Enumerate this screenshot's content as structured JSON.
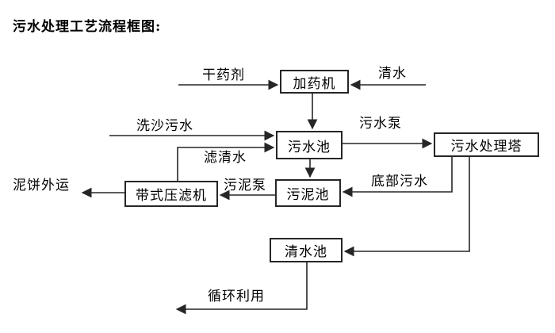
{
  "title": "污水处理工艺流程框图:",
  "diagram": {
    "nodes": {
      "dosing_machine": "加药机",
      "sewage_pool": "污水池",
      "treatment_tower": "污水处理塔",
      "sludge_pool": "污泥池",
      "belt_filter_press": "带式压滤机",
      "clean_water_pool": "清水池"
    },
    "edges": [
      {
        "label": "干药剂",
        "from": "外部",
        "to": "加药机"
      },
      {
        "label": "清水",
        "from": "外部",
        "to": "加药机"
      },
      {
        "label": "",
        "from": "加药机",
        "to": "污水池"
      },
      {
        "label": "洗沙污水",
        "from": "外部",
        "to": "污水池"
      },
      {
        "label": "滤清水",
        "from": "带式压滤机",
        "to": "污水池"
      },
      {
        "label": "污水泵",
        "from": "污水池",
        "to": "污水处理塔"
      },
      {
        "label": "",
        "from": "污水池",
        "to": "污泥池"
      },
      {
        "label": "底部污水",
        "from": "污水处理塔",
        "to": "污泥池"
      },
      {
        "label": "",
        "from": "污水处理塔",
        "to": "清水池"
      },
      {
        "label": "污泥泵",
        "from": "污泥池",
        "to": "带式压滤机"
      },
      {
        "label": "泥饼外运",
        "from": "带式压滤机",
        "to": "外部"
      },
      {
        "label": "循环利用",
        "from": "清水池",
        "to": "外部"
      }
    ],
    "line_color": "#262626",
    "background_color": "#ffffff"
  }
}
